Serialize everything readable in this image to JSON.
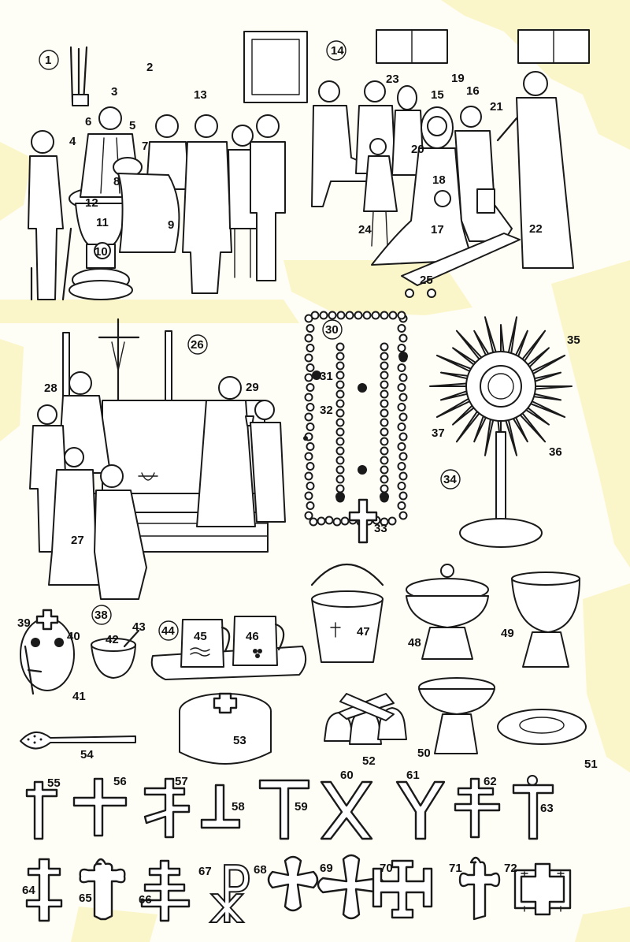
{
  "colors": {
    "paper": "#fefdf6",
    "ink": "#1a1a1a",
    "stain": "#fbf6c9"
  },
  "labels": {
    "n1": "1",
    "n2": "2",
    "n3": "3",
    "n4": "4",
    "n5": "5",
    "n6": "6",
    "n7": "7",
    "n8": "8",
    "n9": "9",
    "n10": "10",
    "n11": "11",
    "n12": "12",
    "n13": "13",
    "n14": "14",
    "n15": "15",
    "n16": "16",
    "n17": "17",
    "n18": "18",
    "n19": "19",
    "n20": "20",
    "n21": "21",
    "n22": "22",
    "n23": "23",
    "n24": "24",
    "n25": "25",
    "n26": "26",
    "n27": "27",
    "n28": "28",
    "n29": "29",
    "n30": "30",
    "n31": "31",
    "n32": "32",
    "n33": "33",
    "n34": "34",
    "n35": "35",
    "n36": "36",
    "n37": "37",
    "n38": "38",
    "n39": "39",
    "n40": "40",
    "n41": "41",
    "n42": "42",
    "n43": "43",
    "n44": "44",
    "n45": "45",
    "n46": "46",
    "n47": "47",
    "n48": "48",
    "n49": "49",
    "n50": "50",
    "n51": "51",
    "n52": "52",
    "n53": "53",
    "n54": "54",
    "n55": "55",
    "n56": "56",
    "n57": "57",
    "n58": "58",
    "n59": "59",
    "n60": "60",
    "n61": "61",
    "n62": "62",
    "n63": "63",
    "n64": "64",
    "n65": "65",
    "n66": "66",
    "n67": "67",
    "n68": "68",
    "n69": "69",
    "n70": "70",
    "n71": "71",
    "n72": "72"
  },
  "glyphs": {
    "cross59": "T",
    "cross60": "X",
    "cross61": "Y",
    "cross67": "☧"
  }
}
